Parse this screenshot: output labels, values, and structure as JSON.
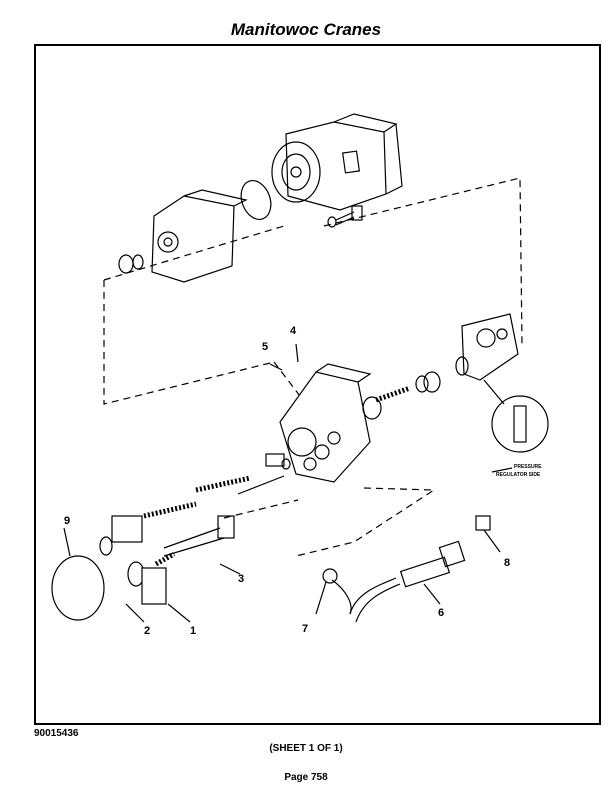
{
  "header": {
    "title": "Manitowoc Cranes"
  },
  "diagram": {
    "callouts": [
      "1",
      "2",
      "3",
      "4",
      "5",
      "6",
      "7",
      "8",
      "9"
    ],
    "note_line1": "PRESSURE",
    "note_line2": "REGULATOR SIDE"
  },
  "footer": {
    "doc_number": "90015436",
    "sheet": "(SHEET 1 OF 1)",
    "page": "Page 758"
  }
}
